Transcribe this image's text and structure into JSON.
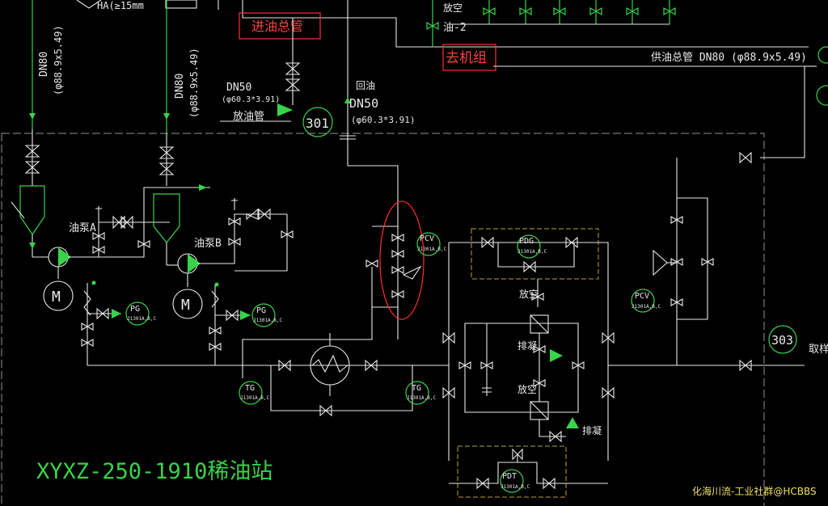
{
  "colors": {
    "background": "#000000",
    "pipe": "#39d34a",
    "line": "#e9e9e9",
    "highlight": "#ff2d2d",
    "frame": "#b9a23a"
  },
  "top_note": "HA(≥15mm",
  "tag_inlet_header": "进油总管",
  "tag_to_unit": "去机组",
  "supply_header": "供油总管 DN80 (φ88.9x5.49)",
  "pipe_left": {
    "dn": "DN80",
    "od": "(φ88.9x5.49)"
  },
  "pipe_mid": {
    "dn": "DN80",
    "od": "(φ88.9x5.49)"
  },
  "drain_pipe": {
    "dn": "DN50",
    "od": "(φ60.3*3.91)",
    "name": "放油管"
  },
  "return_oil": {
    "name": "回油",
    "dn": "DN50",
    "od": "(φ60.3*3.91)"
  },
  "vent_top": {
    "line1": "放空",
    "line2": "油-2"
  },
  "bubbles": [
    "301",
    "303"
  ],
  "pump_a": "油泵A",
  "pump_b": "油泵B",
  "motor": "M",
  "instruments": {
    "pcv_left": "PCV",
    "pdg": "PDG",
    "pcv_right": "PCV",
    "pg1": "PG",
    "pg2": "PG",
    "tg1": "TG",
    "tg2": "TG",
    "pdt": "PDT",
    "sub": "J1301A,B,C"
  },
  "vent": "放空",
  "drain": "排凝",
  "sample": "取样",
  "station_title": "XYXZ-250-1910稀油站",
  "watermark": "化海川流-工业社群@HCBBS"
}
